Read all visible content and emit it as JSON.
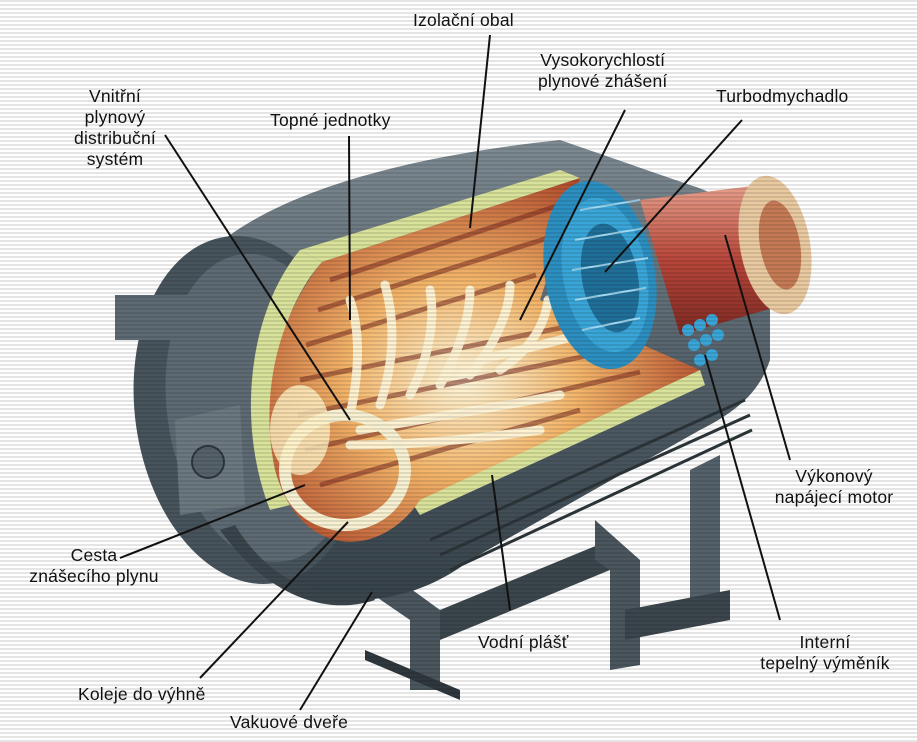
{
  "labels": {
    "izolacni_obal": "Izolační obal",
    "vysoko_line1": "Vysokorychlostí",
    "vysoko_line2": "plynové zhášení",
    "turbo": "Turbodmychadlo",
    "vnitrni_line1": "Vnitřní",
    "vnitrni_line2": "plynový",
    "vnitrni_line3": "distribuční",
    "vnitrni_line4": "systém",
    "topne": "Topné jednotky",
    "vykonovy_line1": "Výkonový",
    "vykonovy_line2": "napájecí motor",
    "cesta_line1": "Cesta",
    "cesta_line2": "znášecího plynu",
    "vodni": "Vodní plášť",
    "interni_line1": "Interní",
    "interni_line2": "tepelný výměník",
    "koleje": "Koleje do výhně",
    "vakuove": "Vakuové dveře"
  },
  "colors": {
    "body_steel": "#5d6a73",
    "body_dark": "#2f383e",
    "insulation": "#d8e29a",
    "heater_red": "#b4482f",
    "glow": "#fff3c8",
    "fan_blue": "#3aa6d8",
    "leader": "#111111"
  }
}
